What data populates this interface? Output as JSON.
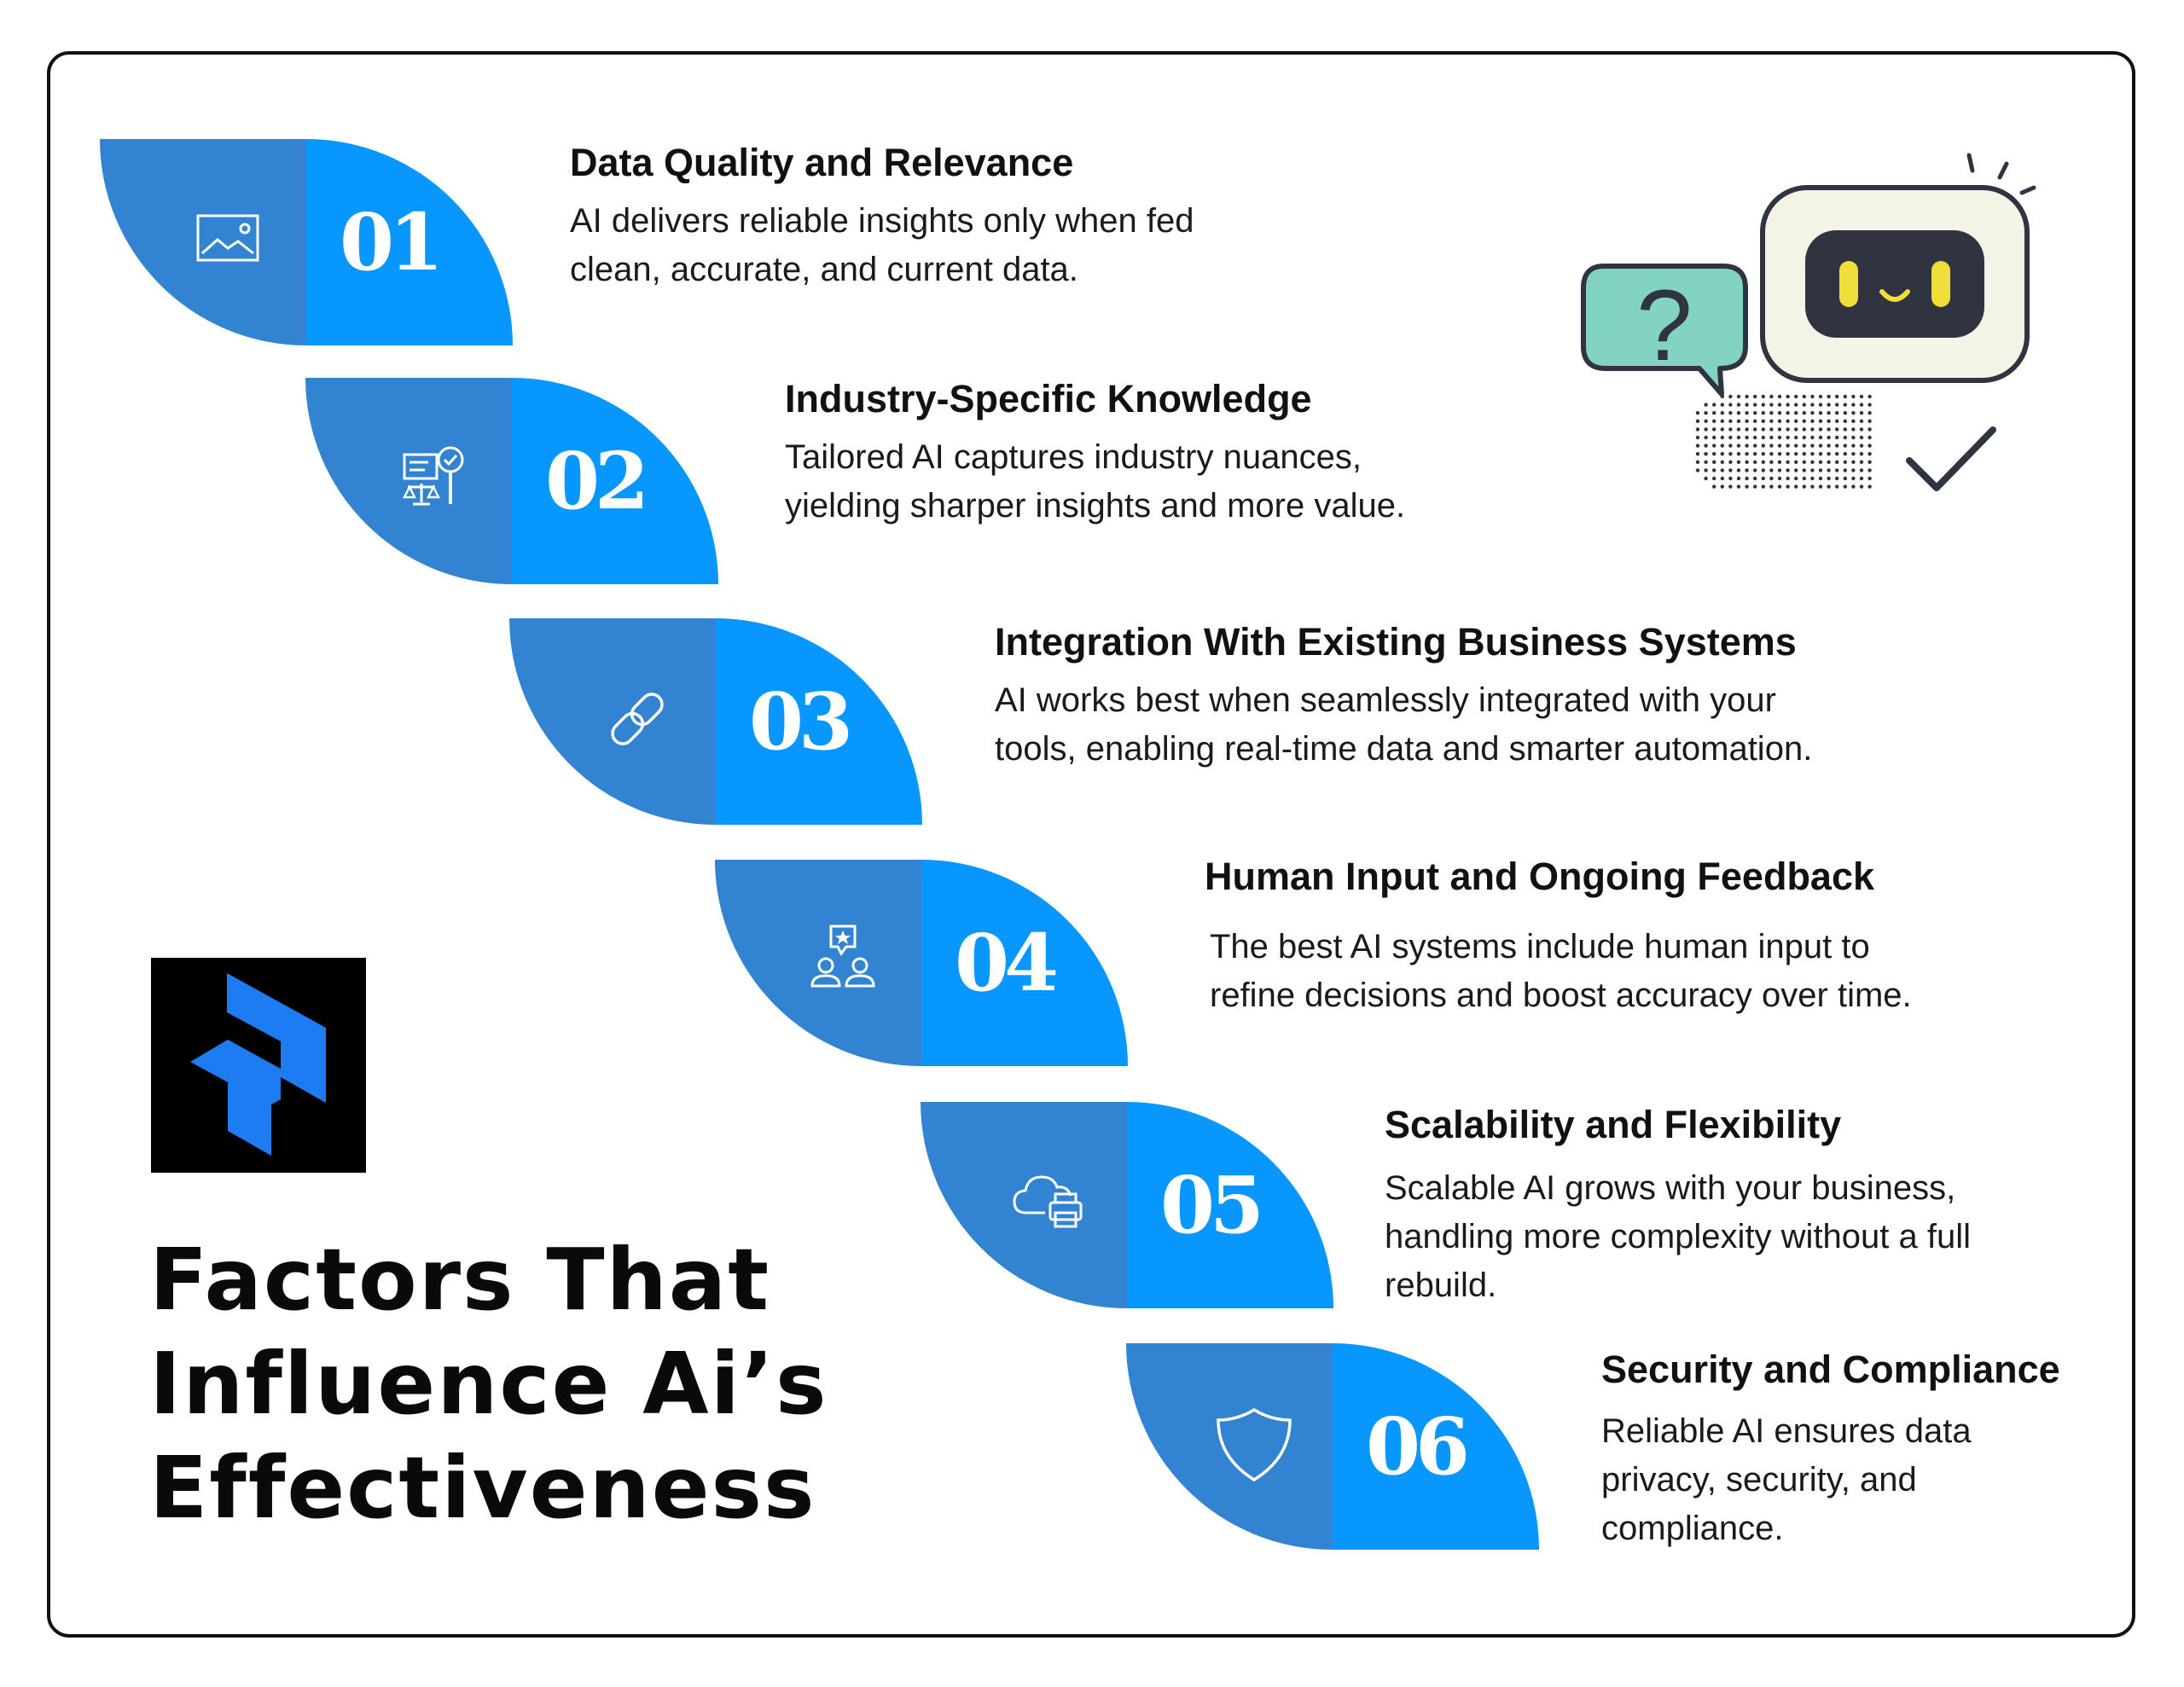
{
  "colors": {
    "dark_blue": "#3284d3",
    "bright_blue": "#0896ff",
    "text": "#111111",
    "frame": "#111111"
  },
  "title": {
    "line1": "Factors That",
    "line2": "Influence Ai’s",
    "line3": "Effectiveness"
  },
  "steps": [
    {
      "number": "01",
      "icon": "image-icon",
      "heading": "Data Quality and Relevance",
      "line1": "AI delivers reliable insights only when fed",
      "line2": "clean, accurate, and current data.",
      "line3": ""
    },
    {
      "number": "02",
      "icon": "legal-research-icon",
      "heading": "Industry-Specific Knowledge",
      "line1": "Tailored AI captures industry nuances,",
      "line2": "yielding sharper insights and more value.",
      "line3": ""
    },
    {
      "number": "03",
      "icon": "link-icon",
      "heading": "Integration With Existing Business Systems",
      "line1": "AI works best when seamlessly integrated with your",
      "line2": "tools, enabling real-time data and smarter automation.",
      "line3": ""
    },
    {
      "number": "04",
      "icon": "people-feedback-icon",
      "heading": "Human Input and Ongoing Feedback",
      "line1": "The best AI systems include human input to",
      "line2": "refine decisions and boost accuracy over time.",
      "line3": ""
    },
    {
      "number": "05",
      "icon": "cloud-printer-icon",
      "heading": "Scalability and Flexibility",
      "line1": "Scalable AI grows with your business,",
      "line2": "handling more complexity without a full",
      "line3": "rebuild."
    },
    {
      "number": "06",
      "icon": "shield-icon",
      "heading": "Security and Compliance",
      "line1": "Reliable AI ensures data",
      "line2": "privacy, security, and",
      "line3": "compliance."
    }
  ],
  "illustration": {
    "bubble_symbol": "?",
    "icons": [
      "robot-icon",
      "question-bubble-icon",
      "checkmark-icon"
    ]
  },
  "logo": {
    "icon": "brand-logo-icon"
  }
}
